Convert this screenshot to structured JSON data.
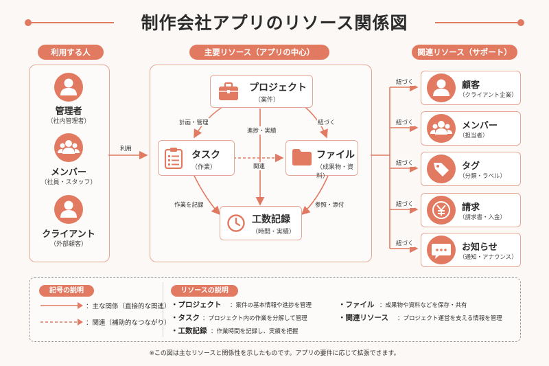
{
  "title": "制作会社アプリのリソース関係図",
  "sections": {
    "users": "利用する人",
    "core": "主要リソース（アプリの中心）",
    "related": "関連リソース（サポート）"
  },
  "users": [
    {
      "name": "管理者",
      "sub": "（社内管理者）",
      "icon": "person-icon"
    },
    {
      "name": "メンバー",
      "sub": "（社員・スタッフ）",
      "icon": "group-icon"
    },
    {
      "name": "クライアント",
      "sub": "（外部顧客）",
      "icon": "person-icon"
    }
  ],
  "core": {
    "project": {
      "name": "プロジェクト",
      "sub": "（案件）",
      "icon": "briefcase-icon"
    },
    "task": {
      "name": "タスク",
      "sub": "（作業）",
      "icon": "clipboard-icon"
    },
    "file": {
      "name": "ファイル",
      "sub": "（成果物・資料）",
      "icon": "folder-icon"
    },
    "worklog": {
      "name": "工数記録",
      "sub": "（時間・実績）",
      "icon": "clock-icon"
    }
  },
  "edges": {
    "use": "利用",
    "plan": "計画・管理",
    "progress": "進捗・実績",
    "link_file": "紐づく",
    "related": "関連",
    "record": "作業を記録",
    "ref": "参照・添付"
  },
  "related": [
    {
      "name": "顧客",
      "sub": "（クライアント企業）",
      "icon": "person-icon",
      "edge": "紐づく"
    },
    {
      "name": "メンバー",
      "sub": "（担当者）",
      "icon": "group-icon",
      "edge": "紐づく"
    },
    {
      "name": "タグ",
      "sub": "（分類・ラベル）",
      "icon": "tag-icon",
      "edge": "紐づく"
    },
    {
      "name": "請求",
      "sub": "（請求書・入金）",
      "icon": "yen-icon",
      "edge": "紐づく"
    },
    {
      "name": "お知らせ",
      "sub": "（通知・アナウンス）",
      "icon": "chat-icon",
      "edge": "紐づく"
    }
  ],
  "legend": {
    "symbols_title": "記号の説明",
    "main": "：主な関係（直接的な関連）",
    "sub": "：関連（補助的なつながり）",
    "resources_title": "リソースの説明",
    "items": [
      {
        "term": "・プロジェクト",
        "desc": "：案件の基本情報や進捗を管理"
      },
      {
        "term": "・タスク",
        "desc": "：プロジェクト内の作業を分解して管理"
      },
      {
        "term": "・工数記録",
        "desc": "：作業時間を記録し、実績を把握"
      },
      {
        "term": "・ファイル",
        "desc": "：成果物や資料などを保存・共有"
      },
      {
        "term": "・関連リソース",
        "desc": "：プロジェクト運営を支える情報を管理"
      }
    ]
  },
  "note": "※この図は主なリソースと関係性を示したものです。アプリの要件に応じて拡張できます。",
  "colors": {
    "accent": "#e27a62",
    "border": "#e6a696",
    "background": "#fbf8f5"
  }
}
